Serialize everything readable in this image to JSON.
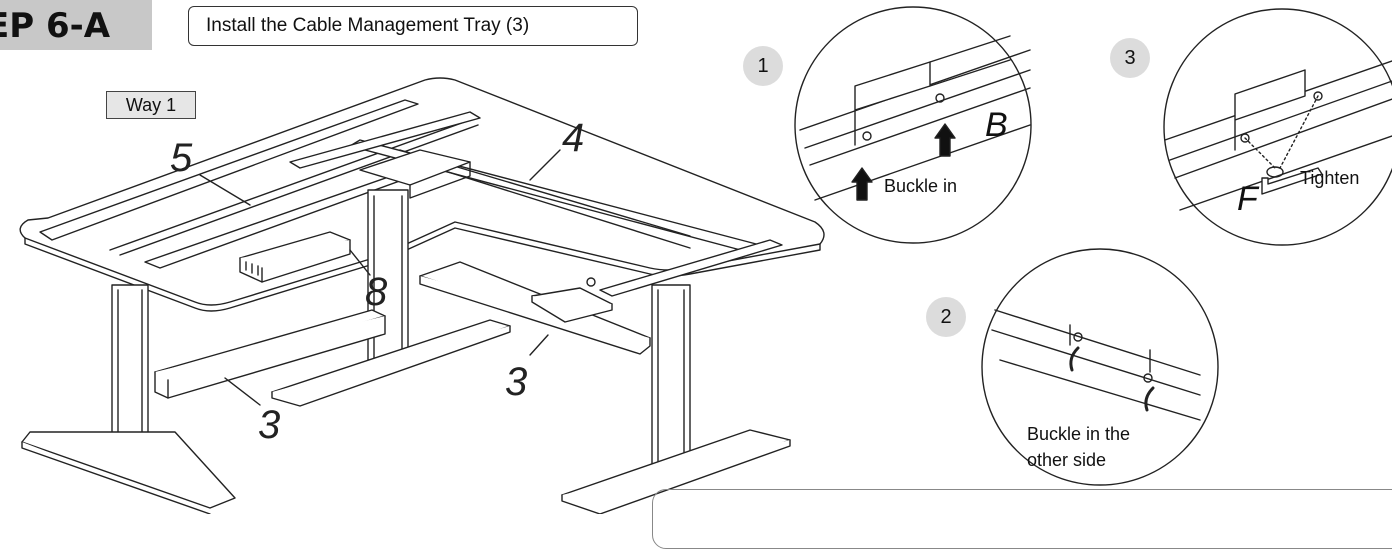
{
  "header": {
    "step_label": "EP 6-A",
    "title": "Install the Cable Management Tray (3)"
  },
  "main_view": {
    "way_label": "Way 1",
    "part_labels": {
      "p5": "5",
      "p4": "4",
      "p8": "8",
      "p3_left": "3",
      "p3_right": "3"
    }
  },
  "detail_1": {
    "step": "1",
    "letter": "B",
    "callout": "Buckle in"
  },
  "detail_2": {
    "step": "2",
    "callout_line1": "Buckle in the",
    "callout_line2": "other side"
  },
  "detail_3": {
    "step": "3",
    "letter": "F",
    "callout": "Tighten"
  },
  "colors": {
    "line": "#222222",
    "badge": "#c8c8c8",
    "circle_badge": "#dcdcdc"
  }
}
